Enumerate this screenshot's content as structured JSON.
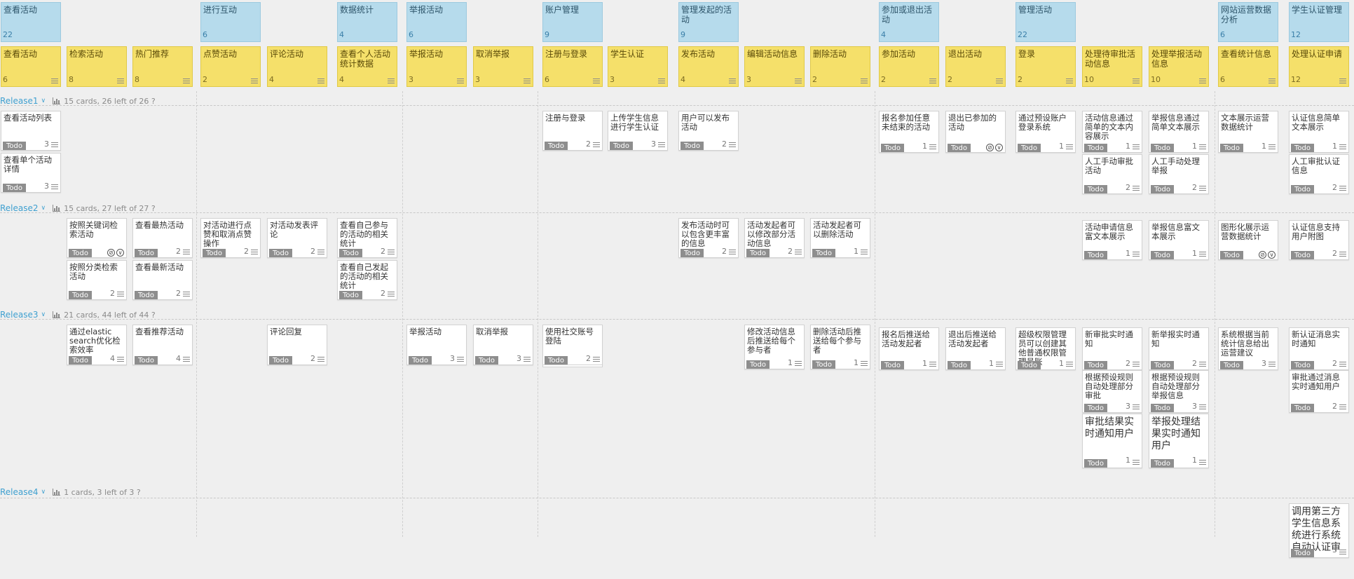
{
  "epics": [
    {
      "label": "查看活动",
      "count": "22"
    },
    {
      "label": "进行互动",
      "count": "6"
    },
    {
      "label": "数据统计",
      "count": "4"
    },
    {
      "label": "举报活动",
      "count": "6"
    },
    {
      "label": "账户管理",
      "count": "9"
    },
    {
      "label": "管理发起的活动",
      "count": "9"
    },
    {
      "label": "参加或退出活动",
      "count": "4"
    },
    {
      "label": "管理活动",
      "count": "22"
    },
    {
      "label": "网站运营数据分析",
      "count": "6"
    },
    {
      "label": "学生认证管理",
      "count": "12"
    }
  ],
  "features": [
    {
      "label": "查看活动",
      "count": "6"
    },
    {
      "label": "检索活动",
      "count": "8"
    },
    {
      "label": "热门推荐",
      "count": "8"
    },
    {
      "label": "点赞活动",
      "count": "2"
    },
    {
      "label": "评论活动",
      "count": "4"
    },
    {
      "label": "查看个人活动统计数据",
      "count": "4"
    },
    {
      "label": "举报活动",
      "count": "3"
    },
    {
      "label": "取消举报",
      "count": "3"
    },
    {
      "label": "注册与登录",
      "count": "6"
    },
    {
      "label": "学生认证",
      "count": "3"
    },
    {
      "label": "发布活动",
      "count": "4"
    },
    {
      "label": "编辑活动信息",
      "count": "3"
    },
    {
      "label": "删除活动",
      "count": "2"
    },
    {
      "label": "参加活动",
      "count": "2"
    },
    {
      "label": "退出活动",
      "count": "2"
    },
    {
      "label": "登录",
      "count": "2"
    },
    {
      "label": "处理待审批活动信息",
      "count": "10"
    },
    {
      "label": "处理举报活动信息",
      "count": "10"
    },
    {
      "label": "查看统计信息",
      "count": "6"
    },
    {
      "label": "处理认证申请",
      "count": "12"
    }
  ],
  "releases": [
    {
      "name": "Release1",
      "summary": "15 cards, 26 left of 26 ?"
    },
    {
      "name": "Release2",
      "summary": "15 cards, 27 left of 27 ?"
    },
    {
      "name": "Release3",
      "summary": "21 cards, 44 left of 44 ?"
    },
    {
      "name": "Release4",
      "summary": "1 cards, 3 left of 3 ?"
    }
  ],
  "status_label": "Todo",
  "cards": [
    {
      "text": "查看活动列表",
      "count": "3"
    },
    {
      "text": "查看单个活动详情",
      "count": "3"
    },
    {
      "text": "注册与登录",
      "count": "2"
    },
    {
      "text": "上传学生信息进行学生认证",
      "count": "3"
    },
    {
      "text": "用户可以发布活动",
      "count": "2"
    },
    {
      "text": "报名参加任意未结束的活动",
      "count": "1"
    },
    {
      "text": "退出已参加的活动",
      "count": ""
    },
    {
      "text": "通过预设账户登录系统",
      "count": "1"
    },
    {
      "text": "活动信息通过简单的文本内容展示",
      "count": "1"
    },
    {
      "text": "举报信息通过简单文本展示",
      "count": "1"
    },
    {
      "text": "文本展示运营数据统计",
      "count": "1"
    },
    {
      "text": "认证信息简单文本展示",
      "count": "1"
    },
    {
      "text": "人工手动审批活动",
      "count": "2"
    },
    {
      "text": "人工手动处理举报",
      "count": "2"
    },
    {
      "text": "人工审批认证信息",
      "count": "2"
    },
    {
      "text": "按照关键词检索活动",
      "count": ""
    },
    {
      "text": "查看最热活动",
      "count": "2"
    },
    {
      "text": "对活动进行点赞和取消点赞操作",
      "count": "2"
    },
    {
      "text": "对活动发表评论",
      "count": "2"
    },
    {
      "text": "查看自己参与的活动的相关统计",
      "count": "2"
    },
    {
      "text": "发布活动时可以包含更丰富的信息",
      "count": "2"
    },
    {
      "text": "活动发起者可以修改部分活动信息",
      "count": "2"
    },
    {
      "text": "活动发起者可以删除活动",
      "count": "1"
    },
    {
      "text": "活动申请信息富文本展示",
      "count": "1"
    },
    {
      "text": "举报信息富文本展示",
      "count": "1"
    },
    {
      "text": "图形化展示运营数据统计",
      "count": ""
    },
    {
      "text": "认证信息支持用户附图",
      "count": "2"
    },
    {
      "text": "按照分类检索活动",
      "count": "2"
    },
    {
      "text": "查看最新活动",
      "count": "2"
    },
    {
      "text": "查看自己发起的活动的相关统计",
      "count": "2"
    },
    {
      "text": "通过elastic search优化检索效率",
      "count": "4"
    },
    {
      "text": "查看推荐活动",
      "count": "4"
    },
    {
      "text": "评论回复",
      "count": "2"
    },
    {
      "text": "举报活动",
      "count": "3"
    },
    {
      "text": "取消举报",
      "count": "3"
    },
    {
      "text": "使用社交账号登陆",
      "count": "2"
    },
    {
      "text": "修改活动信息后推送给每个参与者",
      "count": "1"
    },
    {
      "text": "删除活动后推送给每个参与者",
      "count": "1"
    },
    {
      "text": "报名后推送给活动发起者",
      "count": "1"
    },
    {
      "text": "退出后推送给活动发起者",
      "count": "1"
    },
    {
      "text": "超级权限管理员可以创建其他普通权限管理员账",
      "count": "1"
    },
    {
      "text": "新审批实时通知",
      "count": "2"
    },
    {
      "text": "新举报实时通知",
      "count": "2"
    },
    {
      "text": "系统根据当前统计信息给出运营建议",
      "count": "3"
    },
    {
      "text": "新认证消息实时通知",
      "count": "2"
    },
    {
      "text": "根据预设规则自动处理部分审批",
      "count": "3"
    },
    {
      "text": "根据预设规则自动处理部分举报信息",
      "count": "3"
    },
    {
      "text": "审批通过消息实时通知用户",
      "count": "2"
    },
    {
      "text": "审批结果实时通知用户",
      "count": "1"
    },
    {
      "text": "举报处理结果实时通知用户",
      "count": "1"
    },
    {
      "text": "调用第三方学生信息系统进行系统自动认证审批",
      "count": "3"
    }
  ]
}
